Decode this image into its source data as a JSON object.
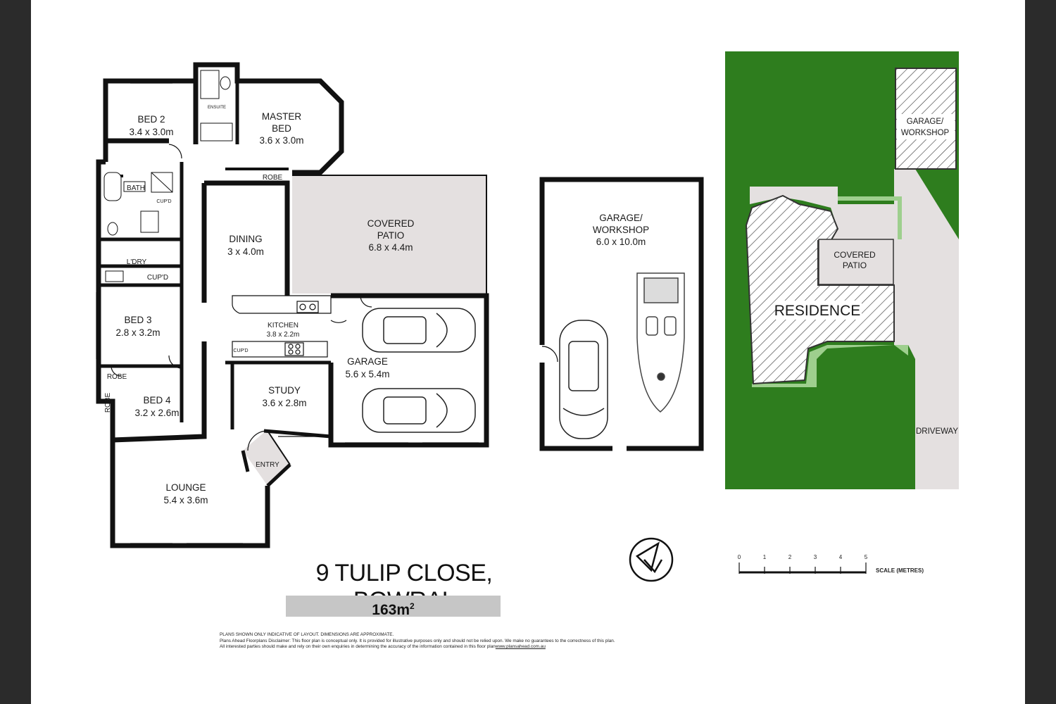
{
  "title": "9 TULIP CLOSE, BOWRAL",
  "area_value": "163m",
  "area_sup": "2",
  "rooms": {
    "bed2": {
      "name": "BED 2",
      "dims": "3.4 x 3.0m"
    },
    "master": {
      "name1": "MASTER",
      "name2": "BED",
      "dims": "3.6 x 3.0m"
    },
    "ensuite": "ENSUITE",
    "robe": "ROBE",
    "bath": "BATH",
    "cupd": "CUP'D",
    "ldry": "L'DRY",
    "dining": {
      "name": "DINING",
      "dims": "3 x 4.0m"
    },
    "covered_patio": {
      "name1": "COVERED",
      "name2": "PATIO",
      "dims": "6.8 x 4.4m"
    },
    "bed3": {
      "name": "BED 3",
      "dims": "2.8 x 3.2m"
    },
    "kitchen": {
      "name": "KITCHEN",
      "dims": "3.8 x 2.2m"
    },
    "garage": {
      "name": "GARAGE",
      "dims": "5.6 x 5.4m"
    },
    "bed4": {
      "name": "BED 4",
      "dims": "3.2 x 2.6m"
    },
    "study": {
      "name": "STUDY",
      "dims": "3.6 x 2.8m"
    },
    "entry": "ENTRY",
    "lounge": {
      "name": "LOUNGE",
      "dims": "5.4 x 3.6m"
    },
    "workshop": {
      "name1": "GARAGE/",
      "name2": "WORKSHOP",
      "dims": "6.0 x 10.0m"
    }
  },
  "site": {
    "garage_workshop1": "GARAGE/",
    "garage_workshop2": "WORKSHOP",
    "covered_patio1": "COVERED",
    "covered_patio2": "PATIO",
    "residence": "RESIDENCE",
    "driveway": "DRIVEWAY"
  },
  "scale": {
    "ticks": [
      "0",
      "1",
      "2",
      "3",
      "4",
      "5"
    ],
    "label": "SCALE (METRES)"
  },
  "disclaimer": {
    "line1": "PLANS SHOWN ONLY INDICATIVE OF LAYOUT.  DIMENSIONS ARE APPROXIMATE.",
    "line2": "Plans Ahead Floorplans Disclaimer: This floor plan is conceptual only.  It is provided for illustrative purposes only and should not be relied upon.  We make no guarantees to the correctness of this plan.",
    "line3": "All interested parties should make and rely on their own enquiries in determining the accuracy of the information contained in this floor plan",
    "link": "www.plansahead.com.au"
  },
  "colors": {
    "lawn": "#2e7d1e",
    "patio": "#e4e0e0",
    "path_green": "#9ecf8e",
    "grey_bar": "#c6c6c6"
  }
}
